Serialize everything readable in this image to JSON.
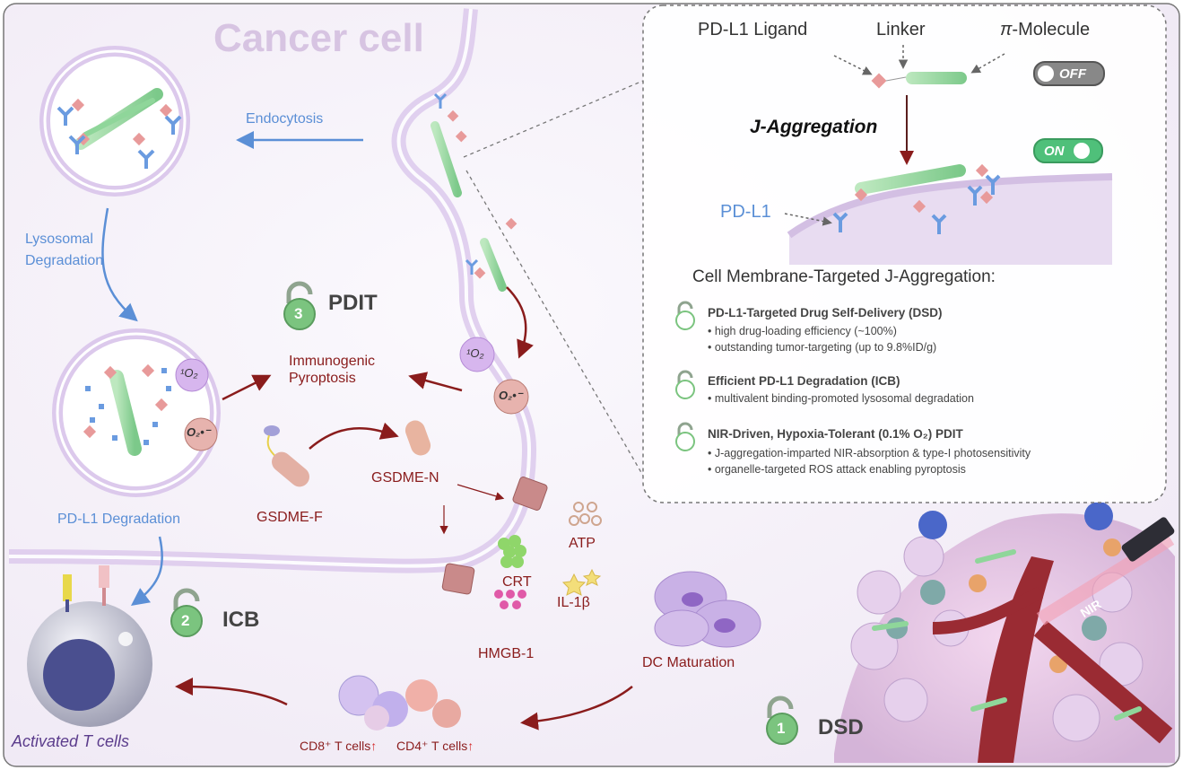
{
  "title": "Cancer cell",
  "inset": {
    "ligand": "PD-L1 Ligand",
    "linker": "Linker",
    "pi_prefix": "π",
    "pi_molecule": "-Molecule",
    "off": "OFF",
    "on": "ON",
    "aggregation": "J-Aggregation",
    "pdl1": "PD-L1",
    "heading": "Cell Membrane-Targeted J-Aggregation:",
    "features": [
      {
        "title": "PD-L1-Targeted Drug Self-Delivery (DSD)",
        "bullets": [
          "• high drug-loading efficiency (~100%)",
          "• outstanding tumor-targeting (up to 9.8%ID/g)"
        ]
      },
      {
        "title": "Efficient PD-L1 Degradation (ICB)",
        "bullets": [
          "• multivalent binding-promoted lysosomal degradation"
        ]
      },
      {
        "title": "NIR-Driven, Hypoxia-Tolerant (0.1% O₂) PDIT",
        "bullets": [
          "• J-aggregation-imparted NIR-absorption & type-I photosensitivity",
          "• organelle-targeted ROS attack enabling pyroptosis"
        ]
      }
    ]
  },
  "labels": {
    "endocytosis": "Endocytosis",
    "lysosomal_1": "Lysosomal",
    "lysosomal_2": "Degradation",
    "pdl1_degradation": "PD-L1 Degradation",
    "singlet_o2": "¹O₂",
    "superoxide": "O₂•⁻",
    "pdit": "PDIT",
    "pdit_num": "3",
    "immunogenic": "Immunogenic",
    "pyroptosis": "Pyroptosis",
    "gsdme_f": "GSDME-F",
    "gsdme_n": "GSDME-N",
    "crt": "CRT",
    "atp": "ATP",
    "il1b": "IL-1β",
    "hmgb1": "HMGB-1",
    "dc_maturation": "DC Maturation",
    "icb": "ICB",
    "icb_num": "2",
    "dsd": "DSD",
    "dsd_num": "1",
    "activated_t": "Activated T cells",
    "cd8": "CD8⁺ T cells",
    "cd4": "CD4⁺ T cells",
    "up_arrow": "↑",
    "nir": "NIR"
  },
  "colors": {
    "membrane": "#d9c6ea",
    "ligand": "#e89a9a",
    "pdl1": "#6a9be0",
    "molecule": "#8fd69a",
    "arrow_red": "#8a1c1c",
    "arrow_blue": "#5b8fd6",
    "lock_green": "#7bc47f"
  }
}
